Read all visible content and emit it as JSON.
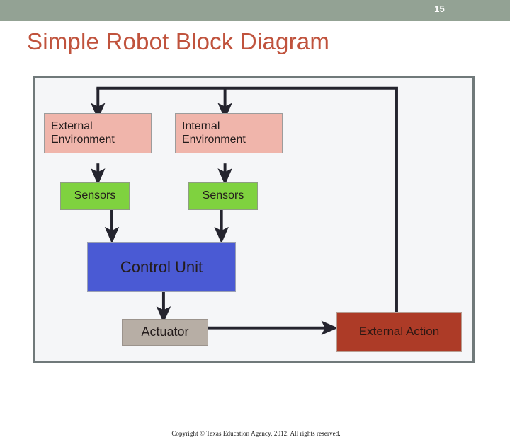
{
  "slide": {
    "page_number": "15",
    "title": "Simple Robot Block Diagram",
    "copyright": "Copyright © Texas Education Agency, 2012. All rights reserved.",
    "colors": {
      "header_bar": "#93a294",
      "title_text": "#c0533d",
      "frame_border": "#70797a",
      "frame_fill": "#f5f6f8",
      "environment_box": "#f0b5ab",
      "sensors_box": "#7fd23f",
      "control_unit_box": "#4a5ad4",
      "actuator_box": "#b7aea5",
      "external_action_box": "#ad3b27",
      "connector": "#24242e"
    }
  },
  "diagram": {
    "nodes": {
      "external_environment": {
        "label": "External\nEnvironment"
      },
      "internal_environment": {
        "label": "Internal\nEnvironment"
      },
      "sensors_external": {
        "label": "Sensors"
      },
      "sensors_internal": {
        "label": "Sensors"
      },
      "control_unit": {
        "label": "Control Unit"
      },
      "actuator": {
        "label": "Actuator"
      },
      "external_action": {
        "label": "External Action"
      }
    },
    "connections": [
      {
        "from": "external_action",
        "to": "external_environment",
        "kind": "feedback"
      },
      {
        "from": "external_action",
        "to": "internal_environment",
        "kind": "feedback"
      },
      {
        "from": "external_environment",
        "to": "sensors_external",
        "kind": "arrow"
      },
      {
        "from": "internal_environment",
        "to": "sensors_internal",
        "kind": "arrow"
      },
      {
        "from": "sensors_external",
        "to": "control_unit",
        "kind": "arrow"
      },
      {
        "from": "sensors_internal",
        "to": "control_unit",
        "kind": "arrow"
      },
      {
        "from": "control_unit",
        "to": "actuator",
        "kind": "arrow"
      },
      {
        "from": "actuator",
        "to": "external_action",
        "kind": "arrow"
      }
    ]
  }
}
